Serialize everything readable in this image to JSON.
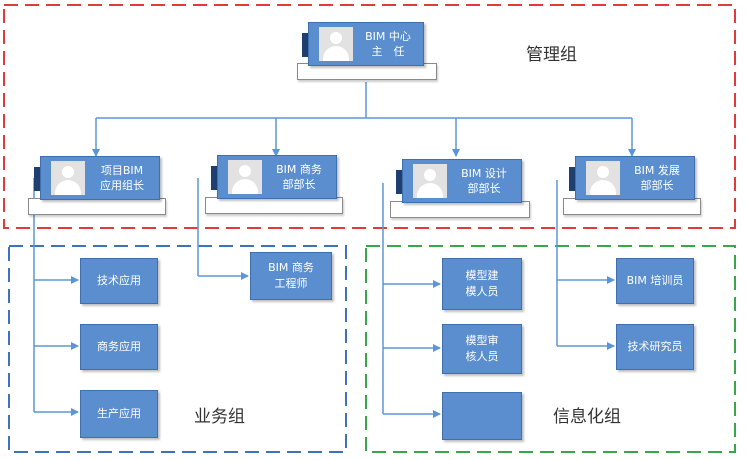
{
  "groups": {
    "management": "管理组",
    "business": "业务组",
    "informatization": "信息化组"
  },
  "colors": {
    "management_border": "#e03a3a",
    "business_border": "#3f73b8",
    "informatization_border": "#3aa64a",
    "box_fill": "#5b8ecf",
    "connector": "#5b95d8"
  },
  "head": {
    "line1": "BIM 中心",
    "line2": "主　任"
  },
  "managers": [
    {
      "line1": "项目BIM",
      "line2": "应用组长"
    },
    {
      "line1": "BIM 商务",
      "line2": "部部长"
    },
    {
      "line1": "BIM 设计",
      "line2": "部部长"
    },
    {
      "line1": "BIM 发展",
      "line2": "部部长"
    }
  ],
  "business_roles": {
    "tech": "技术应用",
    "commerce": "商务应用",
    "production": "生产应用",
    "engineer_line1": "BIM 商务",
    "engineer_line2": "工程师"
  },
  "info_roles": {
    "modeler_line1": "模型建",
    "modeler_line2": "模人员",
    "reviewer_line1": "模型审",
    "reviewer_line2": "核人员",
    "trainer": "BIM 培训员",
    "researcher": "技术研究员"
  },
  "icons": {
    "avatar": "person-silhouette-icon"
  }
}
